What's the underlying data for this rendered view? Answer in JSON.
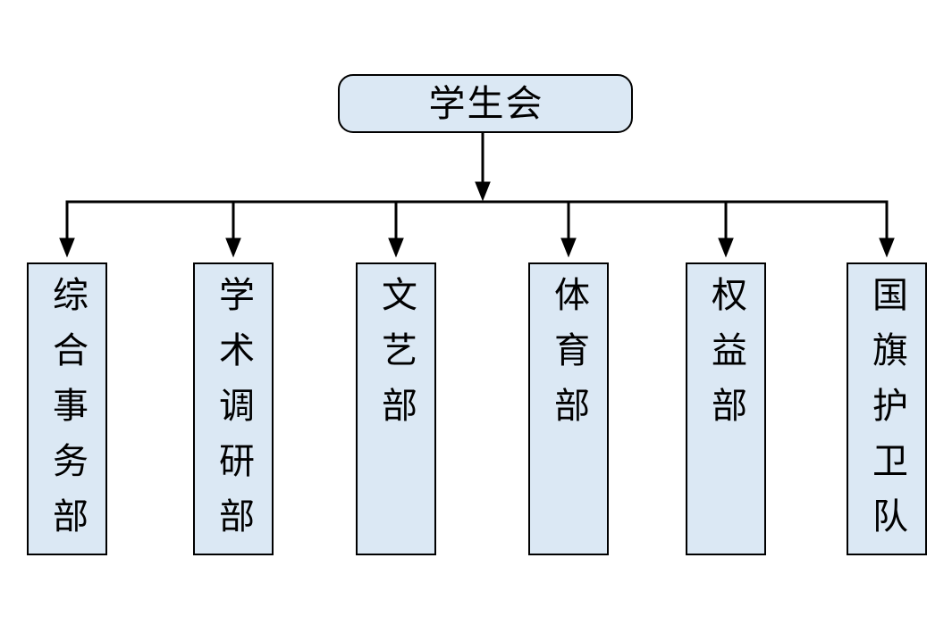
{
  "diagram": {
    "type": "org-chart",
    "root": {
      "label": "学生会"
    },
    "departments": [
      {
        "label": "综合事务部"
      },
      {
        "label": "学术调研部"
      },
      {
        "label": "文艺部"
      },
      {
        "label": "体育部"
      },
      {
        "label": "权益部"
      },
      {
        "label": "国旗护卫队"
      }
    ],
    "edges": [
      {
        "from": "学生会",
        "to": "综合事务部"
      },
      {
        "from": "学生会",
        "to": "学术调研部"
      },
      {
        "from": "学生会",
        "to": "文艺部"
      },
      {
        "from": "学生会",
        "to": "体育部"
      },
      {
        "from": "学生会",
        "to": "权益部"
      },
      {
        "from": "学生会",
        "to": "国旗护卫队"
      }
    ],
    "colors": {
      "node_fill": "#dbe8f4",
      "node_border": "#000000",
      "connector": "#000000",
      "background": "#ffffff",
      "text": "#000000"
    }
  }
}
